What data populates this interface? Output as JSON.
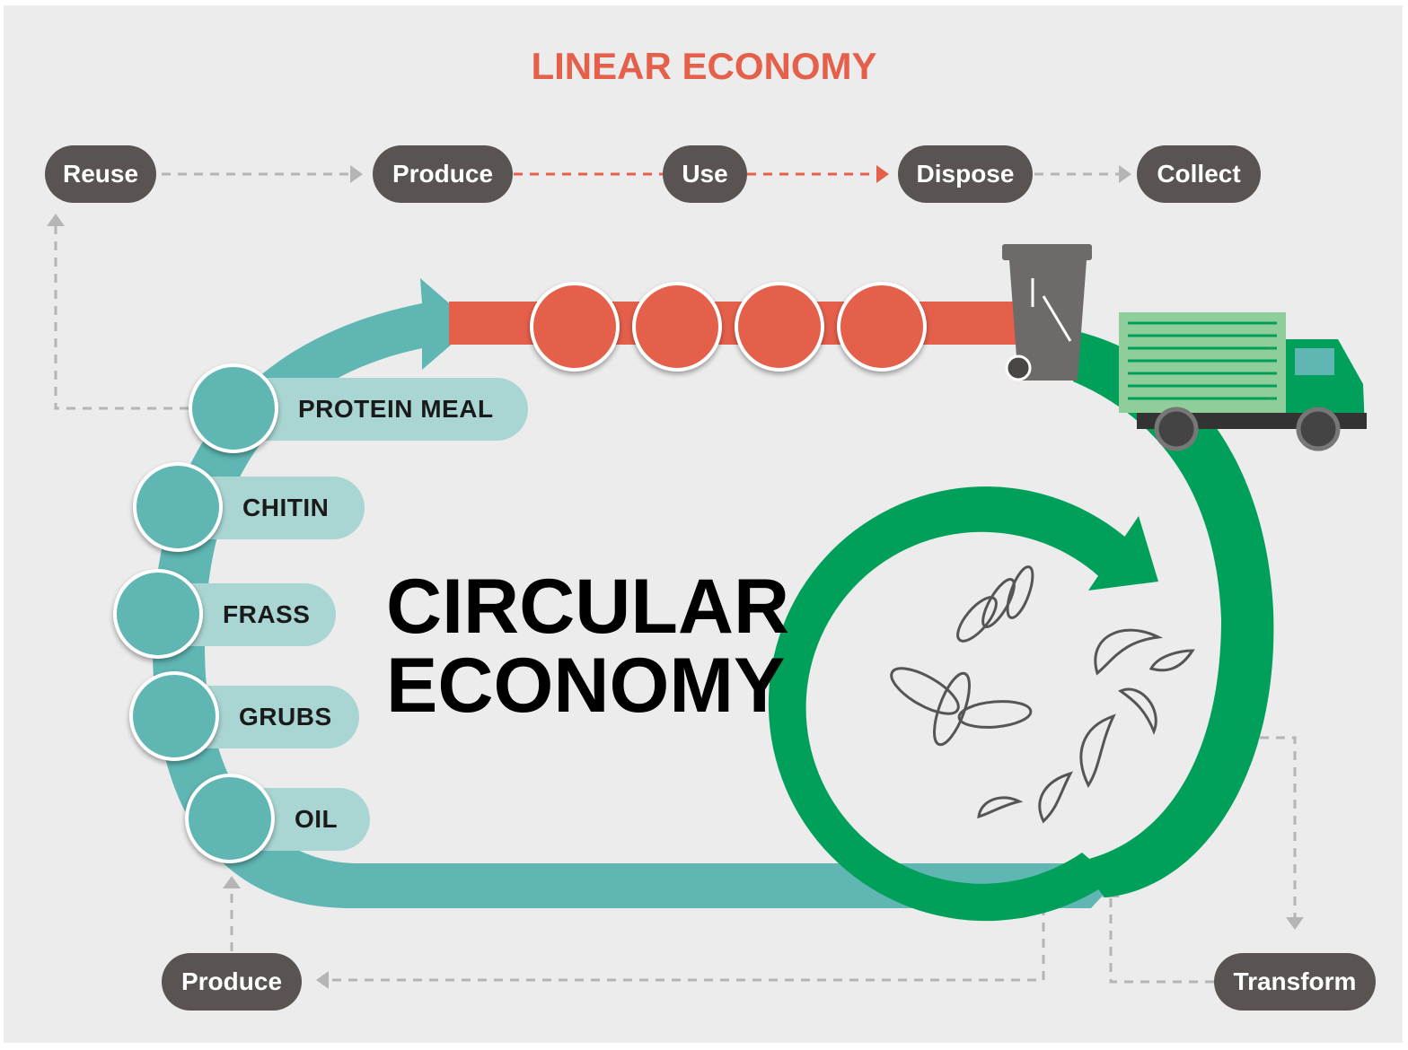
{
  "title": "LINEAR ECONOMY",
  "linear_steps": [
    "Reuse",
    "Produce",
    "Use",
    "Dispose",
    "Collect"
  ],
  "circular_title_line1": "CIRCULAR",
  "circular_title_line2": "ECONOMY",
  "products": [
    "PROTEIN MEAL",
    "CHITIN",
    "FRASS",
    "GRUBS",
    "OIL"
  ],
  "bottom_steps": {
    "produce": "Produce",
    "transform": "Transform"
  },
  "icons": {
    "red": [
      "farm-field-icon",
      "cow-icon",
      "fish-icon",
      "jar-icon"
    ],
    "products": [
      "protein-meal-icon",
      "chitin-bowl-icon",
      "frass-sack-icon",
      "grubs-icon",
      "oil-bottle-icon"
    ],
    "other": [
      "trash-bin-icon",
      "truck-icon",
      "fly-icon",
      "larva-icon"
    ]
  },
  "colors": {
    "linear": "#e4604b",
    "teal": "#5fb6b3",
    "green": "#00a05a",
    "pill": "#595352"
  }
}
